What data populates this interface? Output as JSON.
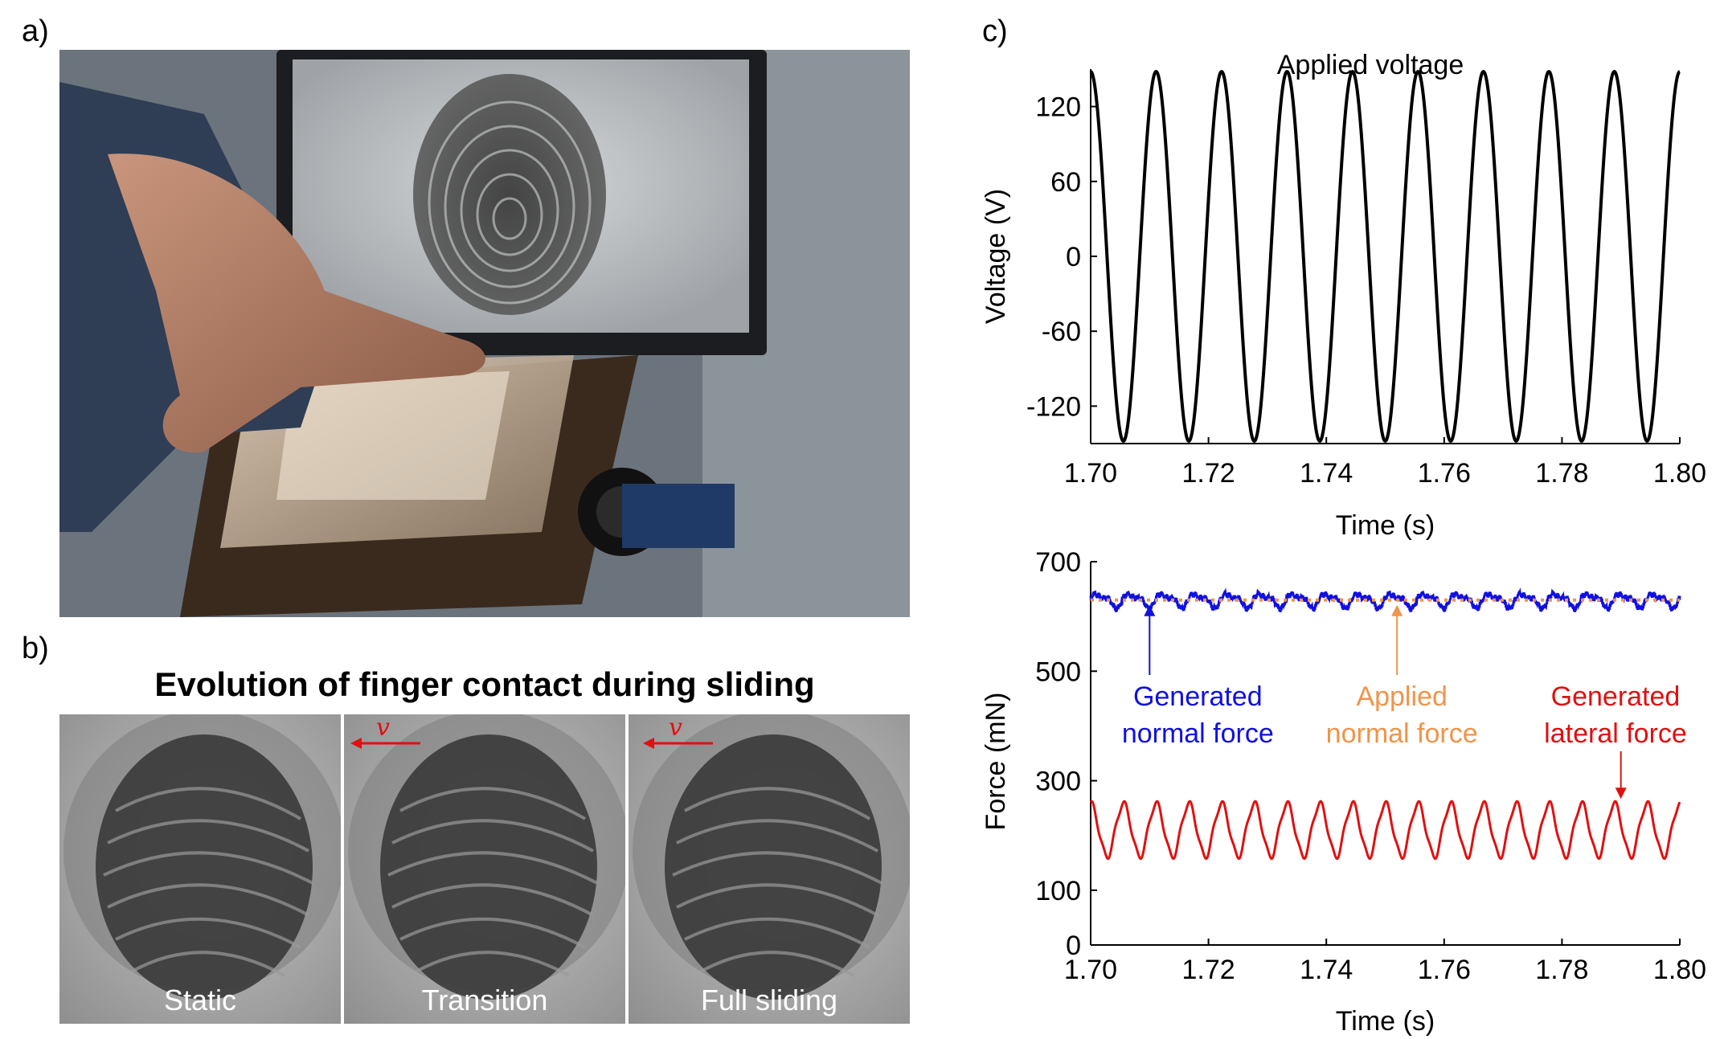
{
  "figure": {
    "panel_a_label": "a)",
    "panel_b_label": "b)",
    "panel_c_label": "c)"
  },
  "panel_b": {
    "title": "Evolution of finger contact during sliding",
    "velocity_symbol": "v",
    "frames": [
      {
        "caption": "Static",
        "velocity_arrow": false
      },
      {
        "caption": "Transition",
        "velocity_arrow": true
      },
      {
        "caption": "Full sliding",
        "velocity_arrow": true
      }
    ]
  },
  "colors": {
    "voltage": "#000000",
    "normal_force": "#1010e0",
    "applied_force": "#f0944a",
    "lateral_force": "#e01010",
    "arrow_red": "#e01010"
  },
  "chart_data": [
    {
      "type": "line",
      "title": "Applied voltage",
      "xlabel": "Time (s)",
      "ylabel": "Voltage (V)",
      "xlim": [
        1.7,
        1.8
      ],
      "ylim": [
        -150,
        150
      ],
      "xticks": [
        "1.70",
        "1.72",
        "1.74",
        "1.76",
        "1.78",
        "1.80"
      ],
      "yticks": [
        "120",
        "60",
        "0",
        "-60",
        "-120"
      ],
      "series": [
        {
          "amplitude": 148,
          "frequency_hz": 90,
          "peak_times": [
            1.7,
            1.711,
            1.722,
            1.733,
            1.744,
            1.756,
            1.767,
            1.778,
            1.789,
            1.8
          ]
        }
      ]
    },
    {
      "type": "line",
      "title": "",
      "xlabel": "Time (s)",
      "ylabel": "Force (mN)",
      "xlim": [
        1.7,
        1.8
      ],
      "ylim": [
        0,
        700
      ],
      "xticks": [
        "1.70",
        "1.72",
        "1.74",
        "1.76",
        "1.78",
        "1.80"
      ],
      "yticks": [
        "700",
        "500",
        "300",
        "100",
        "0"
      ],
      "series": [
        {
          "role": "normal",
          "mean": 630,
          "amplitude": 15,
          "frequency_hz": 180
        },
        {
          "role": "applied",
          "value": 630,
          "style": "dotted"
        },
        {
          "role": "lateral",
          "mean": 210,
          "amplitude": 48,
          "frequency_hz": 180
        }
      ],
      "annotations": [
        {
          "text_line1": "Generated",
          "text_line2": "normal force",
          "x": 1.71,
          "target_y": 630
        },
        {
          "text_line1": "Applied",
          "text_line2": "normal force",
          "x": 1.752,
          "target_y": 630
        },
        {
          "text_line1": "Generated",
          "text_line2": "lateral force",
          "x": 1.79,
          "target_y": 258
        }
      ]
    }
  ]
}
